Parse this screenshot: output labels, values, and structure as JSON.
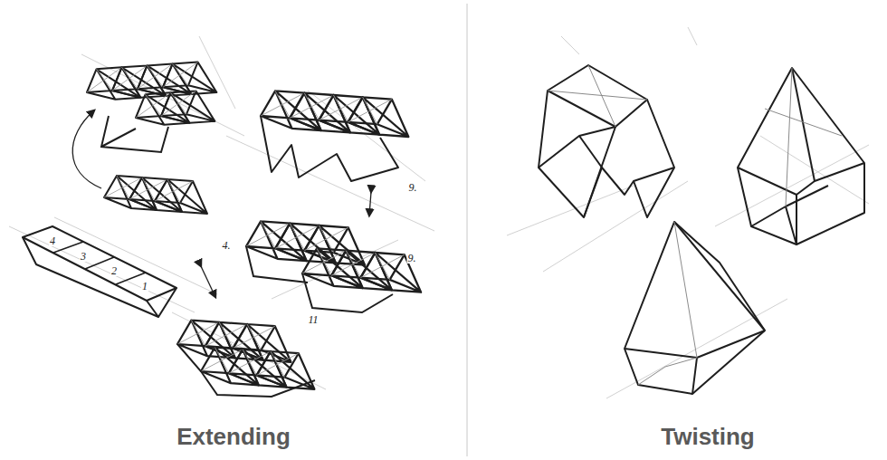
{
  "diagram": {
    "labels": [
      "4",
      "3",
      "2",
      "1",
      "4.",
      "9.",
      "9.",
      "11",
      "Extending",
      "Twisting"
    ]
  }
}
